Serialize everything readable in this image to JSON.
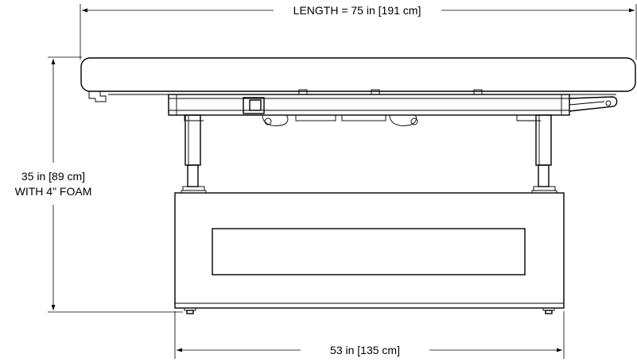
{
  "dimensions": {
    "length": "LENGTH = 75 in [191 cm]",
    "height_line1": "35 in [89 cm]",
    "height_line2": "WITH 4\" FOAM",
    "width": "53 in [135 cm]"
  },
  "colors": {
    "line": "#000000",
    "background": "#ffffff"
  }
}
